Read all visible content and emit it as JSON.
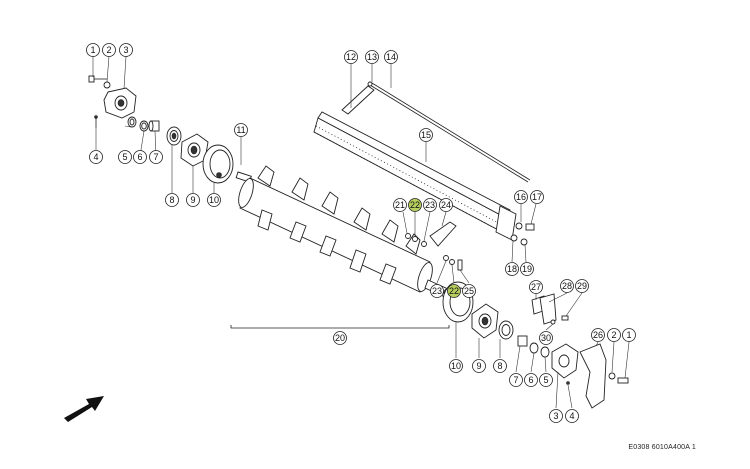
{
  "drawing_code": "E0308 6010A400A 1",
  "highlight_color": "#b7cf5f",
  "callouts": [
    {
      "id": "c1a",
      "label": "1"
    },
    {
      "id": "c2a",
      "label": "2"
    },
    {
      "id": "c3a",
      "label": "3"
    },
    {
      "id": "c4a",
      "label": "4"
    },
    {
      "id": "c5a",
      "label": "5"
    },
    {
      "id": "c6a",
      "label": "6"
    },
    {
      "id": "c7a",
      "label": "7"
    },
    {
      "id": "c8a",
      "label": "8"
    },
    {
      "id": "c9a",
      "label": "9"
    },
    {
      "id": "c10a",
      "label": "10"
    },
    {
      "id": "c11",
      "label": "11"
    },
    {
      "id": "c12",
      "label": "12"
    },
    {
      "id": "c13",
      "label": "13"
    },
    {
      "id": "c14",
      "label": "14"
    },
    {
      "id": "c15",
      "label": "15"
    },
    {
      "id": "c16",
      "label": "16"
    },
    {
      "id": "c17",
      "label": "17"
    },
    {
      "id": "c18",
      "label": "18"
    },
    {
      "id": "c19",
      "label": "19"
    },
    {
      "id": "c20",
      "label": "20"
    },
    {
      "id": "c21",
      "label": "21"
    },
    {
      "id": "c22a",
      "label": "22",
      "highlight": true
    },
    {
      "id": "c23a",
      "label": "23"
    },
    {
      "id": "c24",
      "label": "24"
    },
    {
      "id": "c23b",
      "label": "23"
    },
    {
      "id": "c22b",
      "label": "22",
      "highlight": true
    },
    {
      "id": "c25",
      "label": "25"
    },
    {
      "id": "c27",
      "label": "27"
    },
    {
      "id": "c28",
      "label": "28"
    },
    {
      "id": "c29",
      "label": "29"
    },
    {
      "id": "c30",
      "label": "30"
    },
    {
      "id": "c26",
      "label": "26"
    },
    {
      "id": "c2b",
      "label": "2"
    },
    {
      "id": "c1b",
      "label": "1"
    },
    {
      "id": "c10b",
      "label": "10"
    },
    {
      "id": "c9b",
      "label": "9"
    },
    {
      "id": "c8b",
      "label": "8"
    },
    {
      "id": "c7b",
      "label": "7"
    },
    {
      "id": "c6b",
      "label": "6"
    },
    {
      "id": "c5b",
      "label": "5"
    },
    {
      "id": "c3b",
      "label": "3"
    },
    {
      "id": "c4b",
      "label": "4"
    }
  ]
}
